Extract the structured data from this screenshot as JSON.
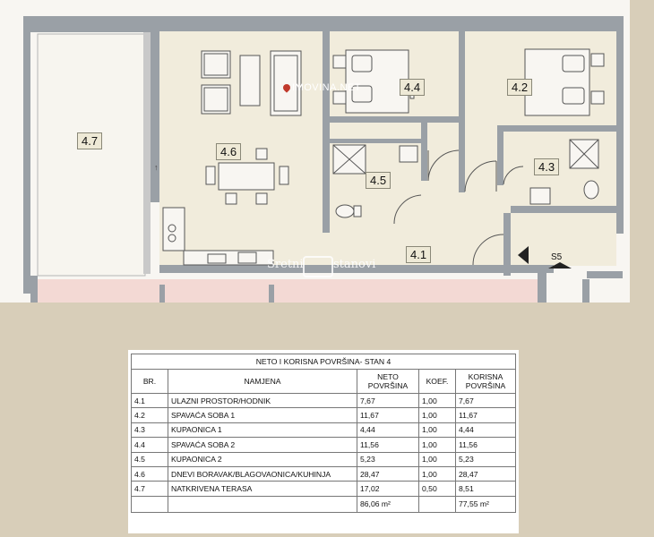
{
  "plan": {
    "rooms": [
      {
        "id": "4.7"
      },
      {
        "id": "4.6"
      },
      {
        "id": "4.4"
      },
      {
        "id": "4.2"
      },
      {
        "id": "4.5"
      },
      {
        "id": "4.3"
      },
      {
        "id": "4.1"
      }
    ],
    "stair_label": "S5",
    "watermark_site": "IMOVINA.NET",
    "watermark_brand_left": "Sretni",
    "watermark_brand_right": "stanovi",
    "colors": {
      "wall": "#9aa0a6",
      "floor": "#f1ecdc",
      "terrace": "#f7f5ef",
      "pink": "#f3d9d4"
    }
  },
  "table": {
    "title": "NETO I KORISNA POVRŠINA- STAN 4",
    "headers": {
      "br": "BR.",
      "namjena": "NAMJENA",
      "neto": "NETO POVRŠINA",
      "koef": "KOEF.",
      "korisna": "KORISNA POVRŠINA"
    },
    "rows": [
      {
        "br": "4.1",
        "namjena": "ULAZNI PROSTOR/HODNIK",
        "neto": "7,67",
        "koef": "1,00",
        "korisna": "7,67"
      },
      {
        "br": "4.2",
        "namjena": "SPAVAĆA SOBA 1",
        "neto": "11,67",
        "koef": "1,00",
        "korisna": "11,67"
      },
      {
        "br": "4.3",
        "namjena": "KUPAONICA 1",
        "neto": "4,44",
        "koef": "1,00",
        "korisna": "4,44"
      },
      {
        "br": "4.4",
        "namjena": "SPAVAĆA SOBA 2",
        "neto": "11,56",
        "koef": "1,00",
        "korisna": "11,56"
      },
      {
        "br": "4.5",
        "namjena": "KUPAONICA 2",
        "neto": "5,23",
        "koef": "1,00",
        "korisna": "5,23"
      },
      {
        "br": "4.6",
        "namjena": "DNEVI BORAVAK/BLAGOVAONICA/KUHINJA",
        "neto": "28,47",
        "koef": "1,00",
        "korisna": "28,47"
      },
      {
        "br": "4.7",
        "namjena": "NATKRIVENA TERASA",
        "neto": "17,02",
        "koef": "0,50",
        "korisna": "8,51"
      }
    ],
    "total_neto": "86,06 m²",
    "total_korisna": "77,55 m²"
  }
}
